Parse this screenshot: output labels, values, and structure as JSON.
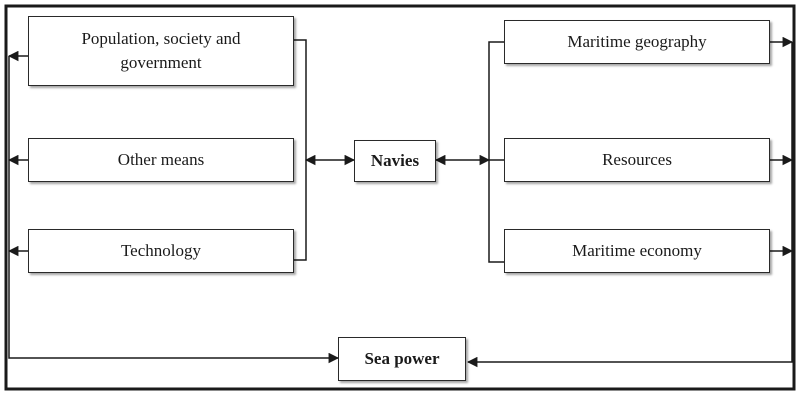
{
  "diagram": {
    "center": "Navies",
    "left_boxes": [
      "Population, society and government",
      "Other means",
      "Technology"
    ],
    "right_boxes": [
      "Maritime geography",
      "Resources",
      "Maritime economy"
    ],
    "bottom": "Sea power"
  },
  "colors": {
    "line": "#1a1a1a",
    "border": "#2a2a2a",
    "background": "#ffffff"
  }
}
